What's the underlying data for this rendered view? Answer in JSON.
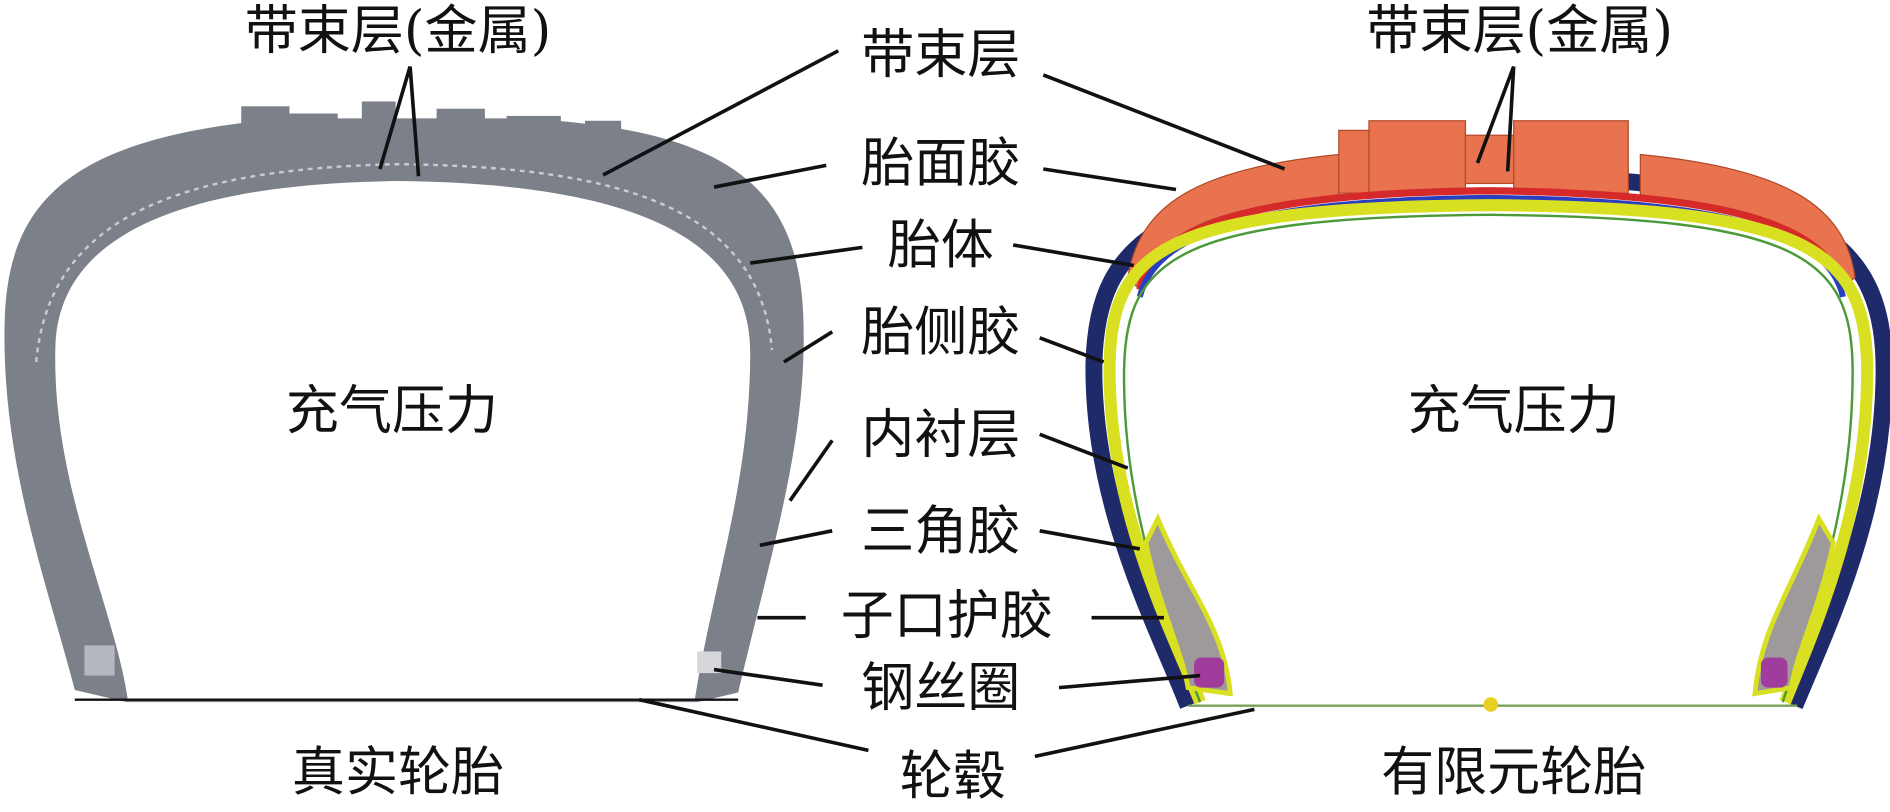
{
  "left_tire": {
    "title": "真实轮胎",
    "pressure": "充气压力",
    "belt_metal": "带束层(金属)"
  },
  "right_tire": {
    "title": "有限元轮胎",
    "pressure": "充气压力",
    "belt_metal": "带束层(金属)"
  },
  "components": [
    "带束层",
    "胎面胶",
    "胎体",
    "胎侧胶",
    "内衬层",
    "三角胶",
    "子口护胶",
    "钢丝圈",
    "轮毂"
  ],
  "colors": {
    "real_tire": "#7b8089",
    "tread_fe": "#e8734e",
    "carcass_fe": "#1f2a6b",
    "inner_fe": "#d9e021",
    "bead_fe": "#a03c9c"
  }
}
